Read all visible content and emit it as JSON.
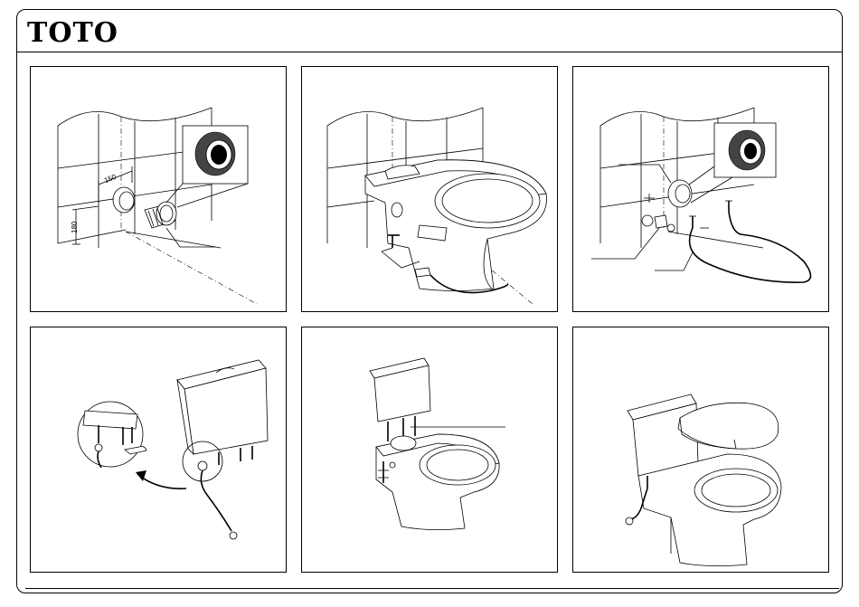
{
  "header": {
    "brand_logo": "TOTO"
  },
  "steps": [
    {
      "id": 1,
      "dimensions": {
        "horizontal": "150",
        "vertical": "180"
      }
    },
    {
      "id": 2
    },
    {
      "id": 3
    },
    {
      "id": 4
    },
    {
      "id": 5
    },
    {
      "id": 6
    }
  ],
  "colors": {
    "line": "#000000",
    "paper": "#ffffff"
  }
}
